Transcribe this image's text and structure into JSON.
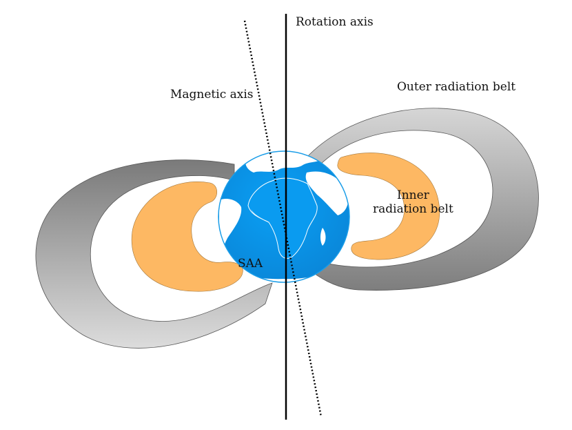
{
  "labels": {
    "rotation_axis": "Rotation axis",
    "magnetic_axis": "Magnetic axis",
    "outer_belt": "Outer radiation belt",
    "inner_belt_line1": "Inner",
    "inner_belt_line2": "radiation belt",
    "saa": "SAA"
  },
  "colors": {
    "outer_belt_dark": "#8a8a8a",
    "outer_belt_light": "#d9d9d9",
    "inner_belt": "#fdb863",
    "ocean": "#0a9bf0",
    "land": "#ffffff",
    "axis_line": "#000000"
  }
}
